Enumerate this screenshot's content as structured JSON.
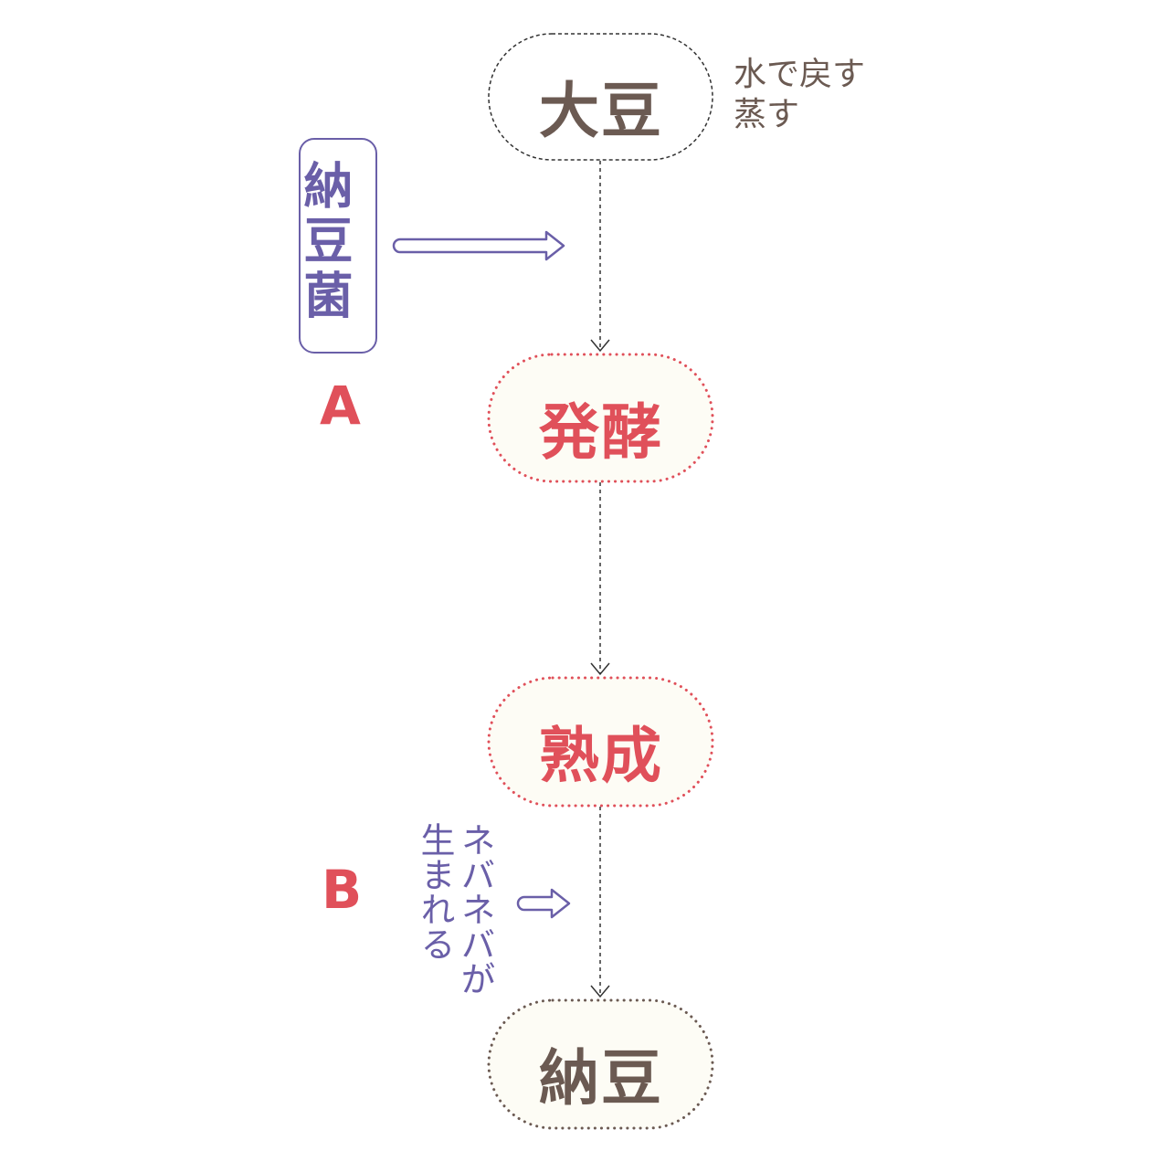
{
  "colors": {
    "brown": "#6b5a52",
    "red": "#e0505a",
    "purple": "#6a5fa8",
    "node_fill": "#fdfcf5"
  },
  "steps": [
    {
      "label": "大豆"
    },
    {
      "label": "発酵"
    },
    {
      "label": "熟成"
    },
    {
      "label": "納豆"
    }
  ],
  "soybean_note": {
    "line1": "水で戻す",
    "line2": "蒸す"
  },
  "bacteria": {
    "label": "納豆菌"
  },
  "markers": {
    "a": "A",
    "b": "B"
  },
  "sticky_note": {
    "line1": "ネバネバが",
    "line2": "生まれる"
  }
}
